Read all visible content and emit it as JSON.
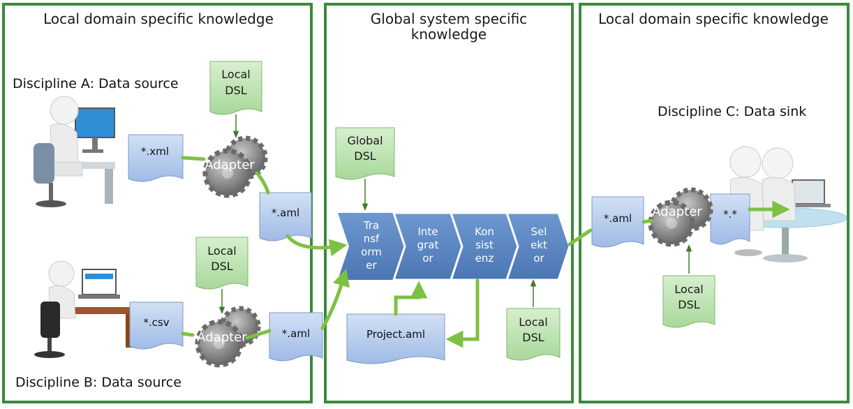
{
  "panels": {
    "left_title": "Local domain specific knowledge",
    "center_title_line1": "Global system specific",
    "center_title_line2": "knowledge",
    "right_title": "Local domain specific knowledge"
  },
  "disciplines": {
    "a": "Discipline A: Data source",
    "b": "Discipline B: Data source",
    "c": "Discipline C: Data sink"
  },
  "documents": {
    "xml": "*.xml",
    "csv": "*.csv",
    "aml_a": "*.aml",
    "aml_b": "*.aml",
    "aml_c": "*.aml",
    "star": "*.*",
    "project": "Project.aml"
  },
  "dsl": {
    "local_line1": "Local",
    "local_line2": "DSL",
    "global_line1": "Global",
    "global_line2": "DSL"
  },
  "adapter_label": "Adapter",
  "pipeline": {
    "transformer": [
      "Tra",
      "nsf",
      "orm",
      "er"
    ],
    "integrator": [
      "Inte",
      "grat",
      "or"
    ],
    "konsistenz": [
      "Kon",
      "sist",
      "enz"
    ],
    "selektor": [
      "Sel",
      "ekt",
      "or"
    ]
  },
  "colors": {
    "panel_border": "#3b8a3b",
    "arrow_green": "#7dc142",
    "chevron_blue": "#5a86c2",
    "doc_blue": "#b9cff0",
    "dsl_green": "#bfe3b4",
    "gear_gray": "#8c8c8c"
  }
}
